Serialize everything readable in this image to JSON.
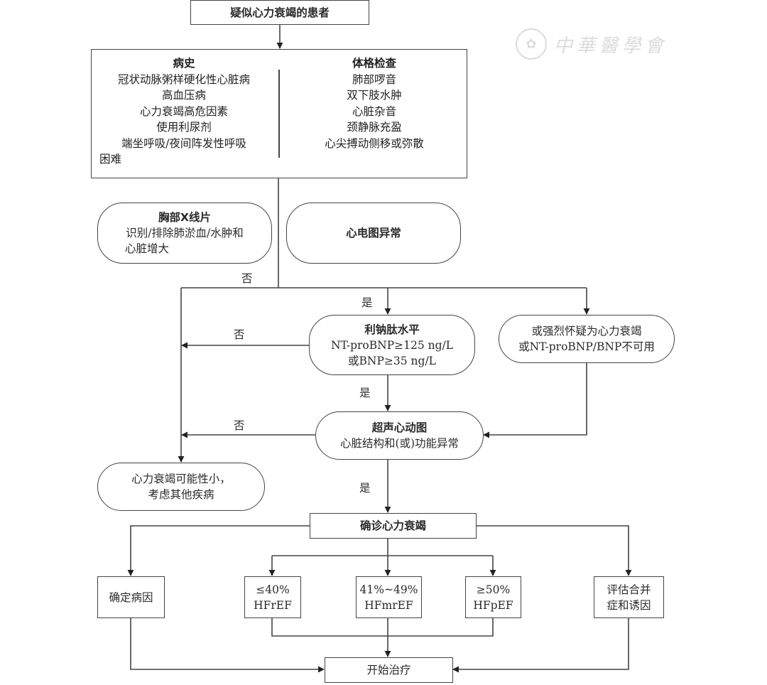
{
  "title": "心力衰竭诊断流程",
  "watermark": {
    "seal_glyph": "✿",
    "text": "中華醫學會"
  },
  "nodes": {
    "suspected": "疑似心力衰竭的患者",
    "history": {
      "heading": "病史",
      "items": [
        "冠状动脉粥样硬化性心脏病",
        "高血压病",
        "心力衰竭高危因素",
        "使用利尿剂",
        "端坐呼吸/夜间阵发性呼吸",
        "困难"
      ]
    },
    "physical_exam": {
      "heading": "体格检查",
      "items": [
        "肺部啰音",
        "双下肢水肿",
        "心脏杂音",
        "颈静脉充盈",
        "心尖搏动侧移或弥散"
      ]
    },
    "chest_xray": {
      "heading": "胸部X线片",
      "lines": [
        "识别/排除肺淤血/水肿和",
        "心脏增大"
      ]
    },
    "ecg": "心电图异常",
    "natriuretic": {
      "heading": "利钠肽水平",
      "lines": [
        "NT-proBNP≥125 ng/L",
        "或BNP≥35 ng/L"
      ]
    },
    "strong_suspicion": {
      "lines": [
        "或强烈怀疑为心力衰竭",
        "或NT-proBNP/BNP不可用"
      ]
    },
    "echo": {
      "heading": "超声心动图",
      "lines": [
        "心脏结构和(或)功能异常"
      ]
    },
    "unlikely": {
      "lines": [
        "心力衰竭可能性小，",
        "考虑其他疾病"
      ]
    },
    "diagnosed": "确诊心力衰竭",
    "etiology": "确定病因",
    "hfref": {
      "lines": [
        "≤40%",
        "HFrEF"
      ]
    },
    "hfmref": {
      "lines": [
        "41%~49%",
        "HFmrEF"
      ]
    },
    "hfpef": {
      "lines": [
        "≥50%",
        "HFpEF"
      ]
    },
    "comorbidity": {
      "lines": [
        "评估合并",
        "症和诱因"
      ]
    },
    "start_treatment": "开始治疗"
  },
  "edge_labels": {
    "no_1": "否",
    "yes_1": "是",
    "no_2": "否",
    "yes_2": "是",
    "no_3": "否",
    "yes_3": "是"
  }
}
